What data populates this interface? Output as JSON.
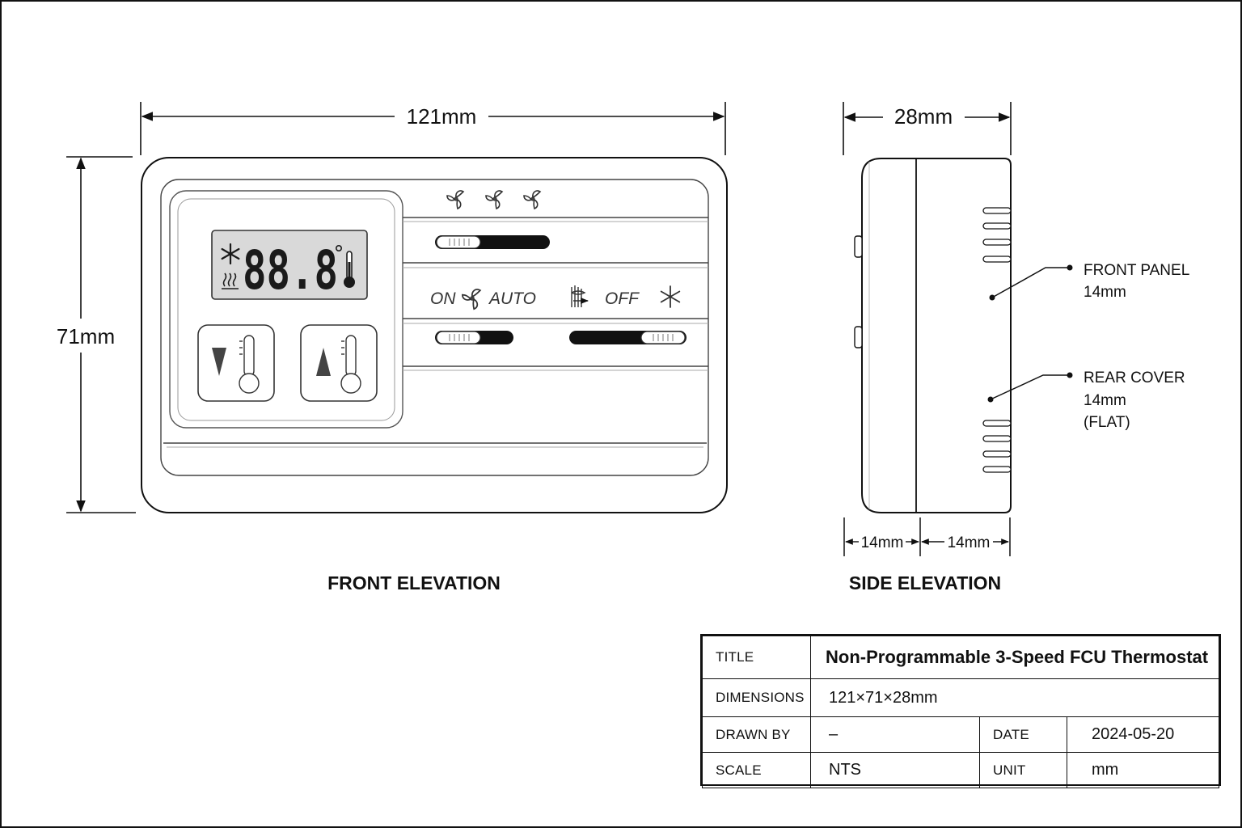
{
  "front_view": {
    "width_label": "121mm",
    "height_label": "71mm",
    "view_label": "FRONT ELEVATION",
    "lcd_digits": "88.8",
    "mode_on": "ON",
    "mode_auto": "AUTO",
    "mode_off": "OFF"
  },
  "side_view": {
    "depth_label": "28mm",
    "front_depth_label": "14mm",
    "rear_depth_label": "14mm",
    "view_label": "SIDE ELEVATION",
    "callout_front_line1": "FRONT PANEL",
    "callout_front_line2": "14mm",
    "callout_rear_line1": "REAR COVER",
    "callout_rear_line2": "14mm",
    "callout_rear_line3": "(FLAT)"
  },
  "title_block": {
    "title_key": "TITLE",
    "title_value": "Non-Programmable 3-Speed FCU Thermostat",
    "dimensions_key": "DIMENSIONS",
    "dimensions_value": "121×71×28mm",
    "drawn_by_key": "DRAWN BY",
    "drawn_by_value": "–",
    "date_key": "DATE",
    "date_value": "2024-05-20",
    "scale_key": "SCALE",
    "scale_value": "NTS",
    "unit_key": "UNIT",
    "unit_value": "mm"
  },
  "icons": [
    "fan-speed-low-icon",
    "fan-speed-medium-icon",
    "fan-speed-high-icon",
    "snowflake-icon",
    "heat-icon",
    "thermometer-icon",
    "fan-icon",
    "arrow-down-icon",
    "arrow-up-icon"
  ],
  "colors": {
    "line": "#111111",
    "device_fill": "#ffffff",
    "lcd_bg": "#d9d9d9",
    "slider_track": "#111111"
  }
}
